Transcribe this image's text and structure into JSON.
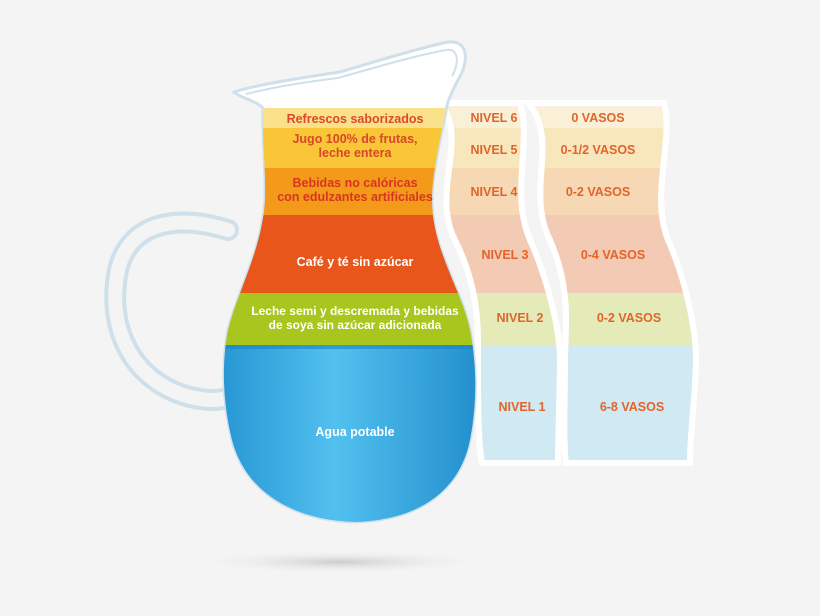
{
  "pyramid": {
    "layers": [
      {
        "lines": [
          "Refrescos saborizados"
        ],
        "nivel": "NIVEL 6",
        "vasos": "0 VASOS",
        "color": "#fbe08a",
        "text_color": "#d94a2a",
        "band_color": "#faf0d4"
      },
      {
        "lines": [
          "Jugo 100% de frutas,",
          "leche entera"
        ],
        "nivel": "NIVEL 5",
        "vasos": "0-1/2 VASOS",
        "color": "#f8c636",
        "text_color": "#d9472a",
        "band_color": "#f8e6b8"
      },
      {
        "lines": [
          "Bebidas no calóricas",
          "con edulzantes artificiales"
        ],
        "nivel": "NIVEL 4",
        "vasos": "0-2 VASOS",
        "color": "#f39a1b",
        "text_color": "#d8361e",
        "band_color": "#f6d6ae"
      },
      {
        "lines": [
          "Café y té sin azúcar"
        ],
        "nivel": "NIVEL 3",
        "vasos": "0-4 VASOS",
        "color": "#e8561c",
        "text_color": "#ffffff",
        "band_color": "#f3c5ad"
      },
      {
        "lines": [
          "Leche semi y descremada y bebidas",
          "de soya sin azúcar adicionada"
        ],
        "nivel": "NIVEL 2",
        "vasos": "0-2 VASOS",
        "color": "#a8c61e",
        "text_color": "#ffffff",
        "band_color": "#e3eab2"
      },
      {
        "lines": [
          "Agua potable"
        ],
        "nivel": "NIVEL 1",
        "vasos": "6-8 VASOS",
        "color": "#2aa7e0",
        "text_color": "#ffffff",
        "band_color": "#cde8f4"
      }
    ]
  }
}
